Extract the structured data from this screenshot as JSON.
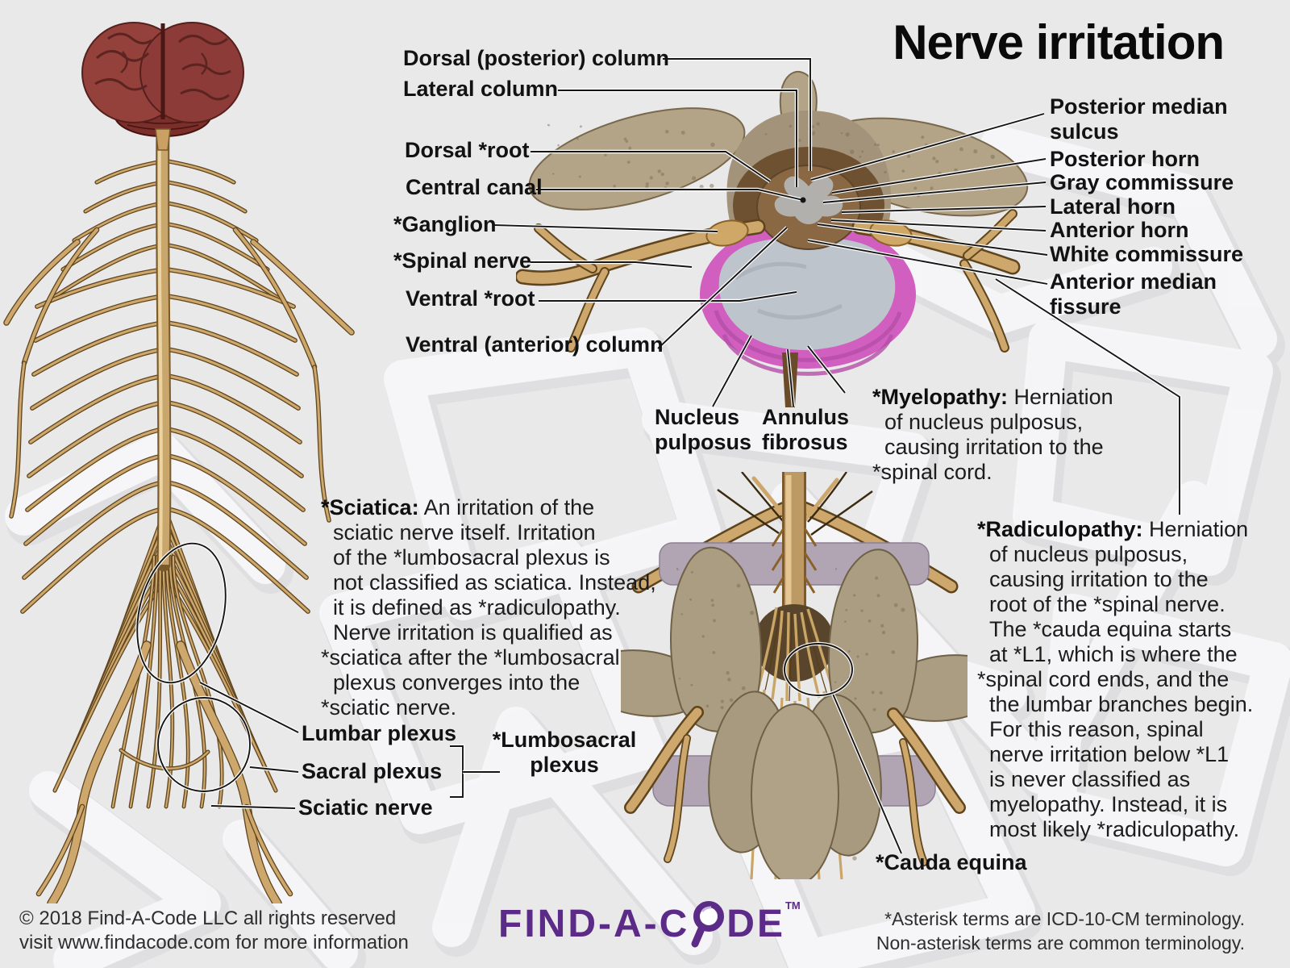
{
  "title": "Nerve irritation",
  "cross_section": {
    "labels_left": [
      {
        "text": "Dorsal (posterior) column"
      },
      {
        "text": "Lateral column"
      },
      {
        "text": "Dorsal *root"
      },
      {
        "text": "Central canal"
      },
      {
        "text": "*Ganglion"
      },
      {
        "text": "*Spinal nerve"
      },
      {
        "text": "Ventral *root"
      },
      {
        "text": "Ventral (anterior) column"
      }
    ],
    "labels_right": [
      {
        "text": "Posterior median\nsulcus"
      },
      {
        "text": "Posterior horn"
      },
      {
        "text": "Gray commissure"
      },
      {
        "text": "Lateral horn"
      },
      {
        "text": "Anterior horn"
      },
      {
        "text": "White commissure"
      },
      {
        "text": "Anterior median\nfissure"
      }
    ],
    "labels_disc": [
      {
        "text": "Nucleus\npulposus"
      },
      {
        "text": "Annulus\nfibrosus"
      }
    ]
  },
  "definitions": {
    "sciatica": {
      "lead": "*Sciatica:",
      "body": " An irritation of the\n  sciatic nerve itself. Irritation\n  of the *lumbosacral plexus is\n  not classified as sciatica. Instead,\n  it is defined as *radiculopathy.\n  Nerve irritation is qualified as\n*sciatica after the *lumbosacral\n  plexus converges into the\n*sciatic nerve."
    },
    "myelopathy": {
      "lead": "*Myelopathy:",
      "body": " Herniation\n  of nucleus pulposus,\n  causing irritation to the\n*spinal cord."
    },
    "radiculopathy": {
      "lead": "*Radiculopathy:",
      "body": " Herniation\n  of nucleus pulposus,\n  causing irritation to the\n  root of the *spinal nerve.\n  The *cauda equina starts\n  at *L1, which is where the\n*spinal cord ends, and the\n  the lumbar branches begin.\n  For this reason, spinal\n  nerve irritation below *L1\n  is never classified as\n  myelopathy. Instead, it is\n  most likely *radiculopathy."
    }
  },
  "plexus_labels": {
    "lumbar": "Lumbar plexus",
    "sacral": "Sacral plexus",
    "sciatic": "Sciatic nerve",
    "lumbosacral": "*Lumbosacral\nplexus",
    "cauda": "*Cauda equina"
  },
  "footer": {
    "copyright_line1": "© 2018 Find-A-Code LLC all rights reserved",
    "copyright_line2": "visit www.findacode.com for more information",
    "terminology_line1": "*Asterisk terms are ICD-10-CM terminology.",
    "terminology_line2": "Non-asterisk terms are common terminology.",
    "logo_text": "FIND-A-C",
    "logo_text2": "DE",
    "logo_tm": "TM"
  },
  "colors": {
    "background": "#e9e9ea",
    "text": "#161616",
    "logo_purple": "#5b2b87",
    "bone": "#b3a488",
    "nerve_tan": "#cda76c",
    "disc_annulus_pink": "#d05fc0",
    "disc_nucleus_gray": "#bdc4cc",
    "cord_brown": "#8a6843",
    "gray_matter": "#b2b0ad",
    "brain_red": "#8e3b3a",
    "leader_line": "#151515"
  }
}
